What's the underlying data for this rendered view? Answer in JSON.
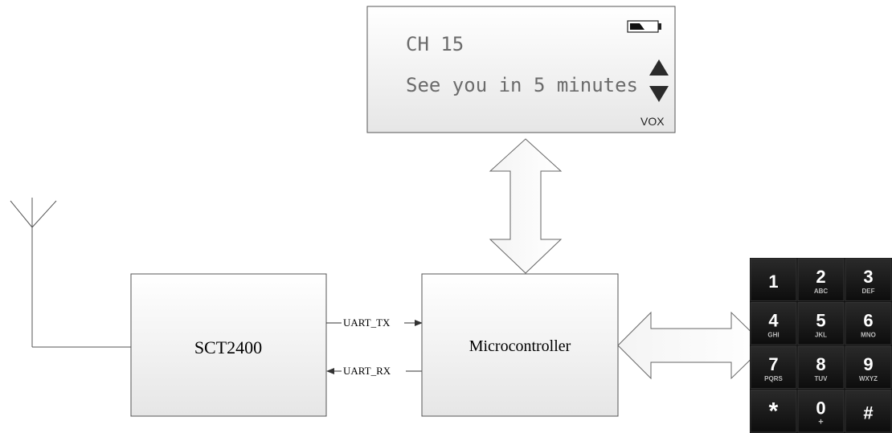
{
  "display": {
    "line1": "CH 15",
    "line2": "See you in 5 minutes",
    "vox": "VOX"
  },
  "blocks": {
    "radio": "SCT2400",
    "mcu": "Microcontroller"
  },
  "wires": {
    "tx": "UART_TX",
    "rx": "UART_RX"
  },
  "keypad": {
    "keys": [
      {
        "digit": "1",
        "letters": ""
      },
      {
        "digit": "2",
        "letters": "ABC"
      },
      {
        "digit": "3",
        "letters": "DEF"
      },
      {
        "digit": "4",
        "letters": "GHI"
      },
      {
        "digit": "5",
        "letters": "JKL"
      },
      {
        "digit": "6",
        "letters": "MNO"
      },
      {
        "digit": "7",
        "letters": "PQRS"
      },
      {
        "digit": "8",
        "letters": "TUV"
      },
      {
        "digit": "9",
        "letters": "WXYZ"
      },
      {
        "digit": "*",
        "letters": ""
      },
      {
        "digit": "0",
        "letters": "+"
      },
      {
        "digit": "#",
        "letters": ""
      }
    ]
  },
  "colors": {
    "keypad_bg": "#111111",
    "block_fill_top": "#ffffff",
    "block_fill_bottom": "#e9e9e9"
  }
}
